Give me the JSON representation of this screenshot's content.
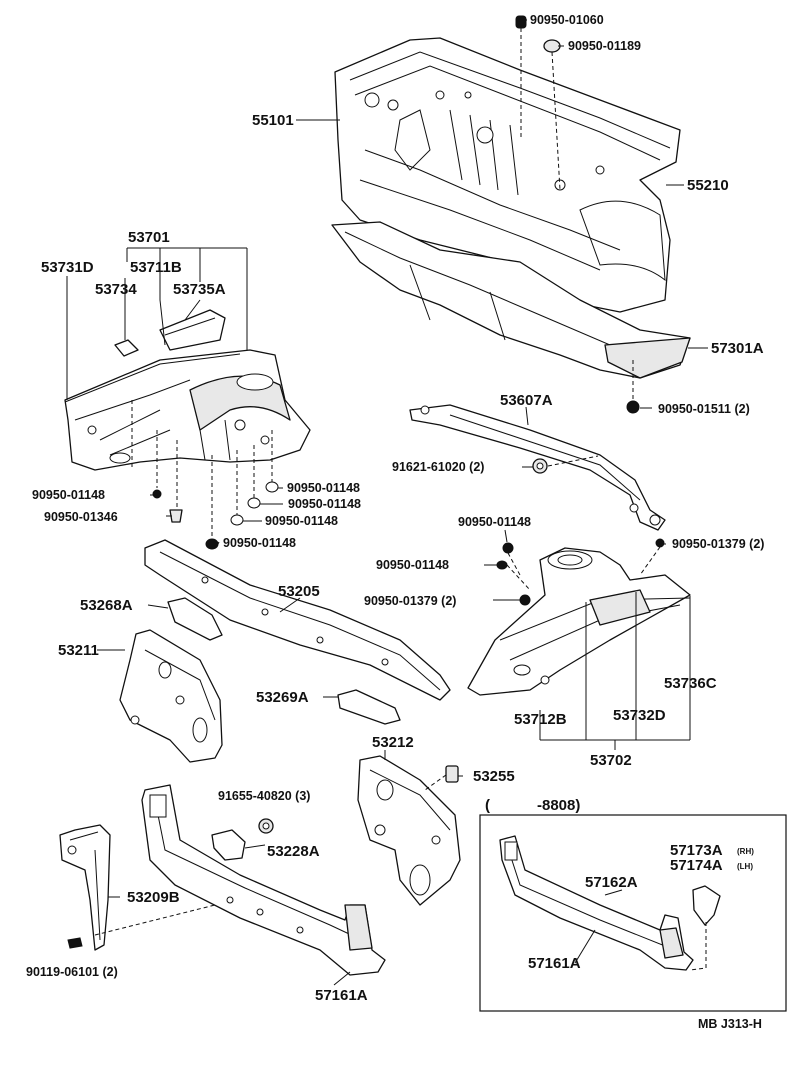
{
  "labels": {
    "p90950_01060": "90950-01060",
    "p90950_01189": "90950-01189",
    "p55101": "55101",
    "p55210": "55210",
    "p57301A": "57301A",
    "p90950_01511": "90950-01511 (2)",
    "p53701": "53701",
    "p53731D": "53731D",
    "p53711B": "53711B",
    "p53734": "53734",
    "p53735A": "53735A",
    "p53607A": "53607A",
    "p91621_61020": "91621-61020 (2)",
    "p90950_01148_a": "90950-01148",
    "p90950_01148_b": "90950-01148",
    "p90950_01148_c": "90950-01148",
    "p90950_01148_d": "90950-01148",
    "p90950_01148_e": "90950-01148",
    "p90950_01346": "90950-01346",
    "p90950_01148_f": "90950-01148",
    "p90950_01148_g": "90950-01148",
    "p90950_01379_a": "90950-01379 (2)",
    "p90950_01379_b": "90950-01379 (2)",
    "p53205": "53205",
    "p53268A": "53268A",
    "p53211": "53211",
    "p53736C": "53736C",
    "p53269A": "53269A",
    "p53712B": "53712B",
    "p53732D": "53732D",
    "p53702": "53702",
    "p53212": "53212",
    "p53255": "53255",
    "p91655_40820": "91655-40820 (3)",
    "p53228A": "53228A",
    "p53209B": "53209B",
    "p90119_06101": "90119-06101 (2)",
    "p57161A_main": "57161A",
    "inset_open": "(",
    "inset_range": "-8808)",
    "p57173A": "57173A",
    "p57173A_suffix": "(RH)",
    "p57174A": "57174A",
    "p57174A_suffix": "(LH)",
    "p57162A": "57162A",
    "p57161A_inset": "57161A",
    "ref_code": "MB J313-H"
  }
}
